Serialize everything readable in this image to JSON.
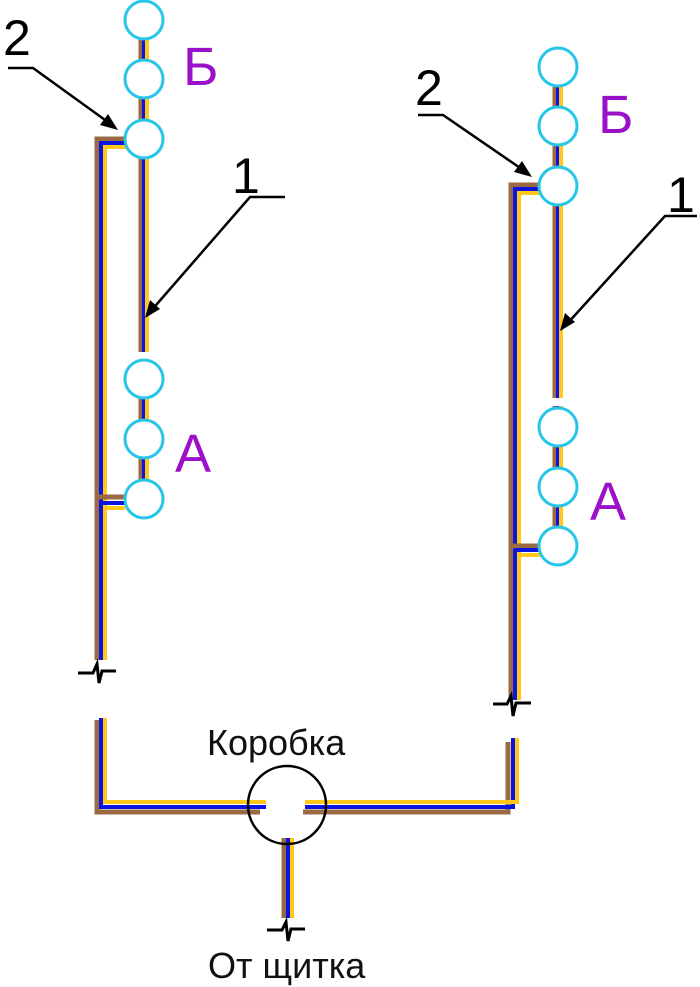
{
  "diagram": {
    "type": "electrical-wiring-scheme",
    "colors": {
      "wire_phase": "#9a6a45",
      "wire_neutral": "#0a16e0",
      "wire_ground": "#ffc81a",
      "lamp_outline": "#27c6e8",
      "group_label": "#9b10c8",
      "annotation": "#000000"
    },
    "schemes": [
      {
        "id": "left",
        "callouts": [
          {
            "label": "2"
          },
          {
            "label": "1"
          }
        ],
        "groups": [
          {
            "label": "Б",
            "lamps": 3
          },
          {
            "label": "А",
            "lamps": 3
          }
        ]
      },
      {
        "id": "right",
        "callouts": [
          {
            "label": "2"
          },
          {
            "label": "1"
          }
        ],
        "groups": [
          {
            "label": "Б",
            "lamps": 3
          },
          {
            "label": "А",
            "lamps": 3
          }
        ]
      }
    ],
    "junction_box_label": "Коробка",
    "source_label": "От щитка"
  }
}
